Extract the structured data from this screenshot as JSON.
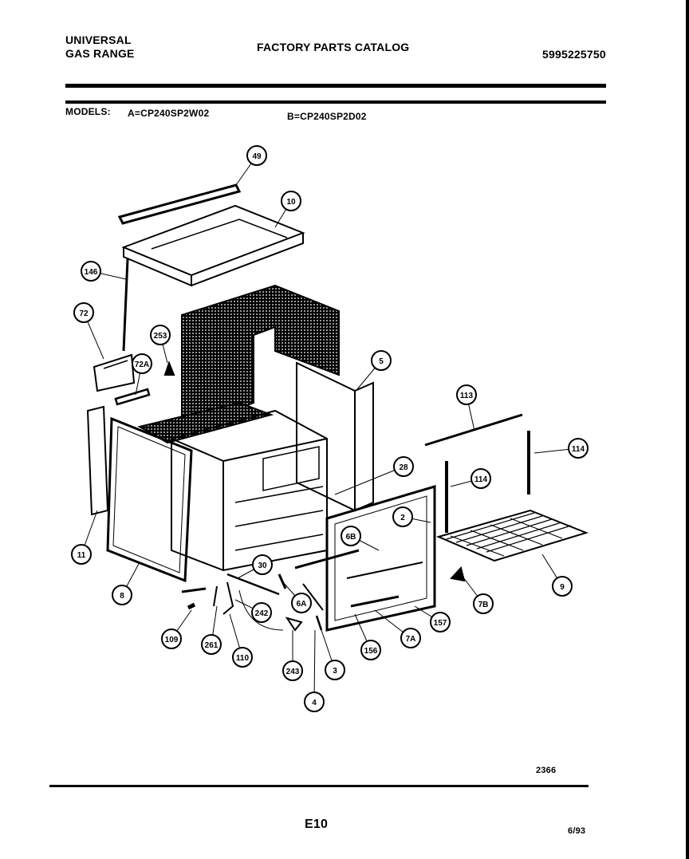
{
  "header": {
    "brand_line1": "UNIVERSAL",
    "brand_line2": "GAS RANGE",
    "title": "FACTORY PARTS CATALOG",
    "catalog_number": "5995225750",
    "models_label": "MODELS:",
    "model_a": "A=CP240SP2W02",
    "model_b": "B=CP240SP2D02"
  },
  "callouts": [
    {
      "id": "c49",
      "label": "49"
    },
    {
      "id": "c10",
      "label": "10"
    },
    {
      "id": "c146",
      "label": "146"
    },
    {
      "id": "c72",
      "label": "72"
    },
    {
      "id": "c253",
      "label": "253"
    },
    {
      "id": "c72a",
      "label": "72A"
    },
    {
      "id": "c5",
      "label": "5"
    },
    {
      "id": "c113",
      "label": "113"
    },
    {
      "id": "c114a",
      "label": "114"
    },
    {
      "id": "c114b",
      "label": "114"
    },
    {
      "id": "c28",
      "label": "28"
    },
    {
      "id": "c2",
      "label": "2"
    },
    {
      "id": "c6b",
      "label": "6B"
    },
    {
      "id": "c11",
      "label": "11"
    },
    {
      "id": "c8",
      "label": "8"
    },
    {
      "id": "c30",
      "label": "30"
    },
    {
      "id": "c6a",
      "label": "6A"
    },
    {
      "id": "c9",
      "label": "9"
    },
    {
      "id": "c7b",
      "label": "7B"
    },
    {
      "id": "c242",
      "label": "242"
    },
    {
      "id": "c157",
      "label": "157"
    },
    {
      "id": "c7a",
      "label": "7A"
    },
    {
      "id": "c109",
      "label": "109"
    },
    {
      "id": "c261",
      "label": "261"
    },
    {
      "id": "c110",
      "label": "110"
    },
    {
      "id": "c243",
      "label": "243"
    },
    {
      "id": "c3",
      "label": "3"
    },
    {
      "id": "c156",
      "label": "156"
    },
    {
      "id": "c4",
      "label": "4"
    }
  ],
  "footer": {
    "drawing_number": "2366",
    "page": "E10",
    "date": "6/93"
  }
}
